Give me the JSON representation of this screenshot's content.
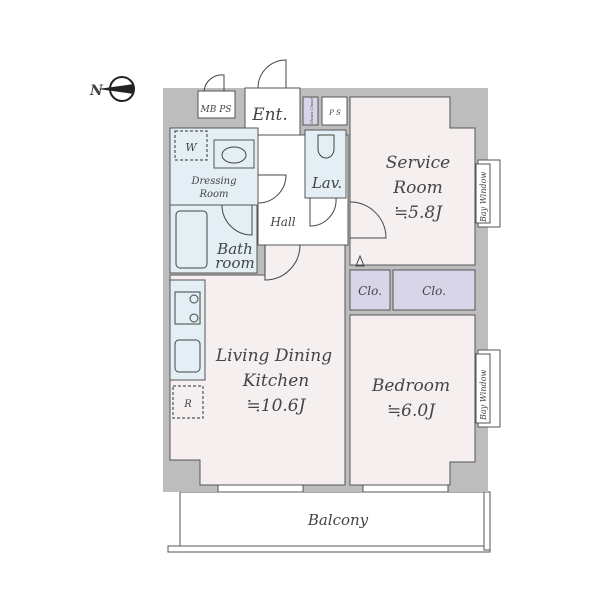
{
  "plan": {
    "compass_label": "N",
    "rooms": {
      "entrance": "Ent.",
      "mb_ps": "MB PS",
      "shoes_closet": "Shoes Closet",
      "ps": "P S",
      "lavatory": "Lav.",
      "washer": "W",
      "dressing_line1": "Dressing",
      "dressing_line2": "Room",
      "bath_line1": "Bath",
      "bath_line2": "room",
      "hall": "Hall",
      "service_line1": "Service",
      "service_line2": "Room",
      "service_area": "≒5.8J",
      "closet_small": "Clo.",
      "closet_large": "Clo.",
      "ldk_line1": "Living Dining",
      "ldk_line2": "Kitchen",
      "ldk_area": "≒10.6J",
      "refrigerator": "R",
      "bedroom": "Bedroom",
      "bedroom_area": "≒6.0J",
      "bay_window_1": "Bay Window",
      "bay_window_2": "Bay Window",
      "balcony": "Balcony"
    }
  }
}
